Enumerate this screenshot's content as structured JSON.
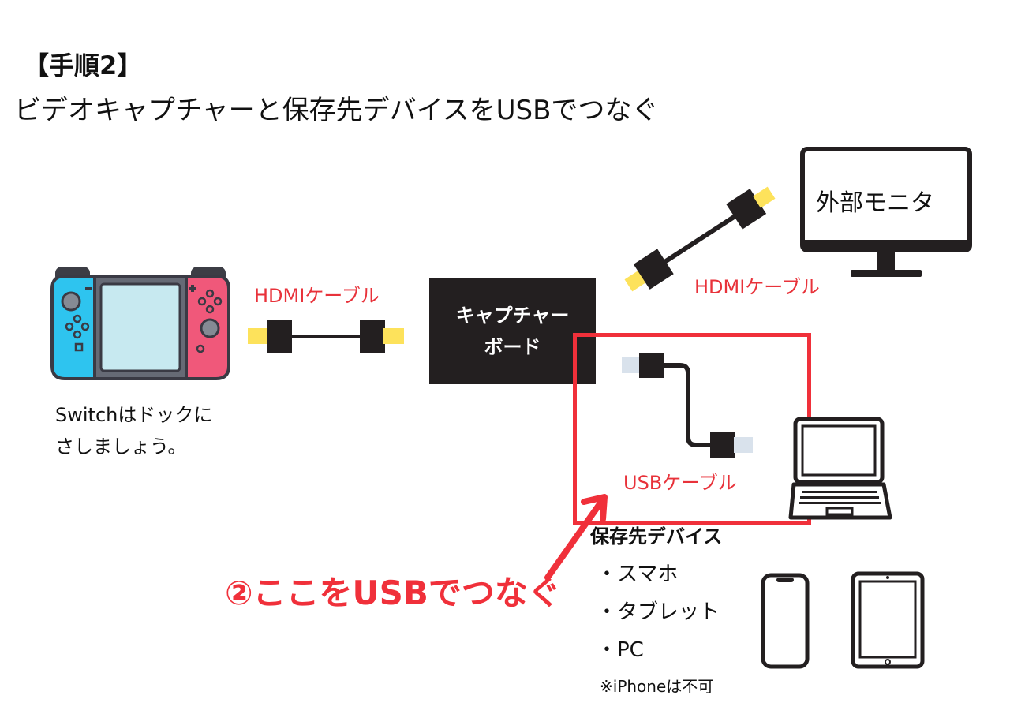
{
  "title": {
    "step": "【手順2】",
    "description": "ビデオキャプチャーと保存先デバイスをUSBでつなぐ"
  },
  "labels": {
    "hdmi_cable_1": "HDMIケーブル",
    "hdmi_cable_2": "HDMIケーブル",
    "usb_cable": "USBケーブル",
    "external_monitor": "外部モニタ",
    "capture_board_line1": "キャプチャー",
    "capture_board_line2": "ボード",
    "switch_note_line1": "Switchはドックに",
    "switch_note_line2": "さしましょう。"
  },
  "storage": {
    "title": "保存先デバイス",
    "items": [
      "・スマホ",
      "・タブレット",
      "・PC"
    ],
    "note": "※iPhoneは不可"
  },
  "callout": {
    "text": "②ここをUSBでつなぐ"
  },
  "colors": {
    "accent_red": "#f0303a",
    "label_red": "#e8323a",
    "hdmi_plug_yellow": "#fde25b",
    "usb_plug_gray": "#d9e2ec",
    "dark": "#231f20",
    "joycon_blue": "#2ec4ef",
    "joycon_red": "#f0587a",
    "screen_light_blue": "#c7e9f0"
  }
}
